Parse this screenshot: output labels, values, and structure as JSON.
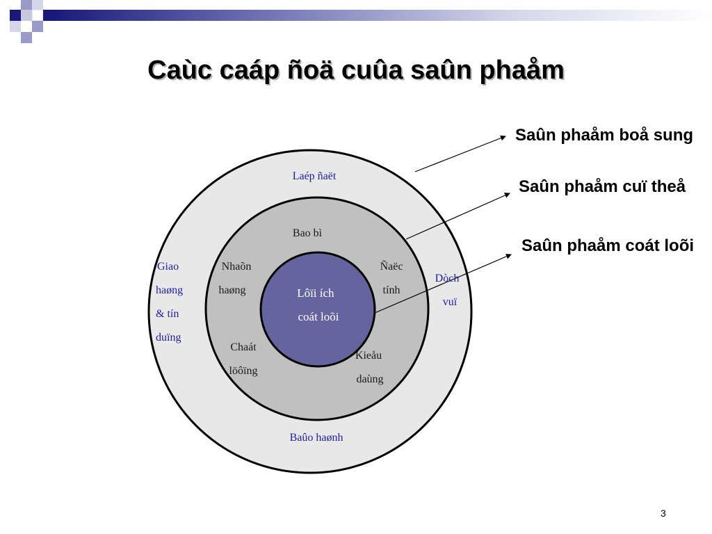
{
  "slide": {
    "title": "Caùc caáp ñoä cuûa saûn phaåm",
    "page_number": "3"
  },
  "diagram": {
    "outer_ring": {
      "labels": {
        "top": "Laép ñaët",
        "left": [
          "Giao",
          "haøng",
          "& tín",
          "duïng"
        ],
        "right": [
          "Dòch",
          "vuï"
        ],
        "bottom": "Baûo haønh"
      }
    },
    "middle_ring": {
      "labels": {
        "top": "Bao bì",
        "upper_left": [
          "Nhaõn",
          "haøng"
        ],
        "upper_right": [
          "Ñaëc",
          "tính"
        ],
        "lower_left": [
          "Chaát",
          "löôïng"
        ],
        "lower_right": [
          "Kieåu",
          "daùng"
        ]
      }
    },
    "core": {
      "label": [
        "Lôïi ích",
        "coát loõi"
      ]
    }
  },
  "captions": [
    "Saûn phaåm boå sung",
    "Saûn phaåm cuï theå",
    "Saûn phaåm coát loõi"
  ],
  "colors": {
    "outer_fill": "#e8e8e8",
    "middle_fill": "#c0c0c0",
    "core_fill": "#65649f",
    "label_blue": "#1f1f9e",
    "stroke": "#000000"
  }
}
